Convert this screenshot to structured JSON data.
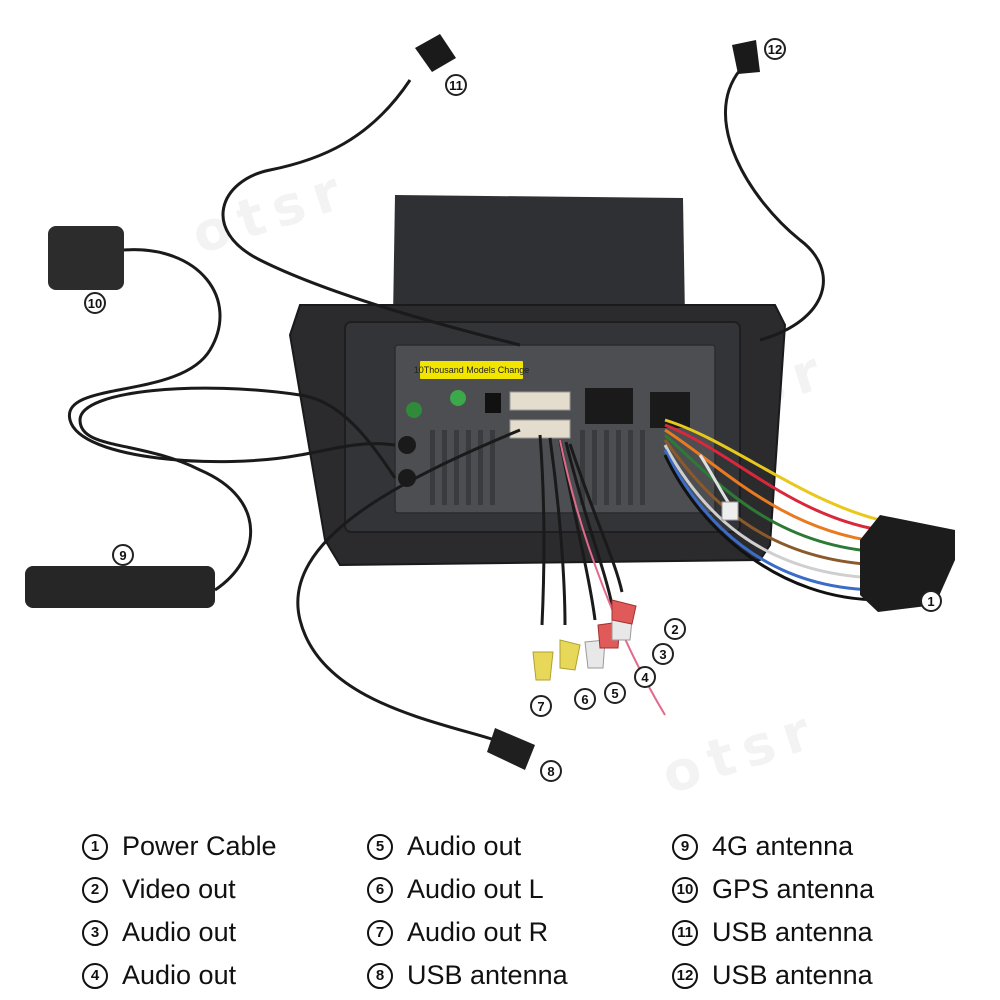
{
  "watermark_text": "otsr",
  "unit_label": "10Thousand Models Change",
  "callouts": {
    "c1": "1",
    "c2": "2",
    "c3": "3",
    "c4": "4",
    "c5": "5",
    "c6": "6",
    "c7": "7",
    "c8": "8",
    "c9": "9",
    "c10": "10",
    "c11": "11",
    "c12": "12"
  },
  "legend": {
    "col1": [
      {
        "num": "1",
        "label": "Power Cable"
      },
      {
        "num": "2",
        "label": "Video out"
      },
      {
        "num": "3",
        "label": "Audio out"
      },
      {
        "num": "4",
        "label": "Audio out"
      }
    ],
    "col2": [
      {
        "num": "5",
        "label": "Audio out"
      },
      {
        "num": "6",
        "label": "Audio out L"
      },
      {
        "num": "7",
        "label": "Audio out R"
      },
      {
        "num": "8",
        "label": "USB antenna"
      }
    ],
    "col3": [
      {
        "num": "9",
        "label": "4G antenna"
      },
      {
        "num": "10",
        "label": "GPS antenna"
      },
      {
        "num": "11",
        "label": "USB antenna"
      },
      {
        "num": "12",
        "label": "USB antenna"
      }
    ]
  },
  "colors": {
    "housing": "#2b2b2e",
    "cable": "#1c1c1c",
    "rca_yellow": "#e8d85a",
    "rca_white": "#e8e8e8",
    "rca_red": "#e05a5a",
    "label_yellow": "#f2e600",
    "wire_red": "#d8283a",
    "wire_yellow": "#e8c81a",
    "wire_orange": "#e87a20"
  }
}
